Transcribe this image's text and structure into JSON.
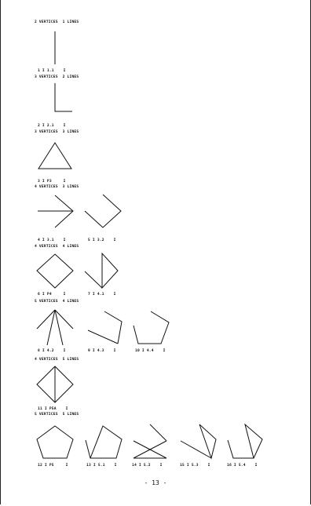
{
  "sections": [
    {
      "header": "2 VERTICES  1 LINES",
      "figures": [
        {
          "caption": "1 I 1.1    I"
        }
      ]
    },
    {
      "header": "3 VERTICES  2 LINES",
      "figures": [
        {
          "caption": "2 I 2.1    I"
        }
      ]
    },
    {
      "header": "3 VERTICES  3 LINES",
      "figures": [
        {
          "caption": "3 I P3     I"
        }
      ]
    },
    {
      "header": "4 VERTICES  3 LINES",
      "figures": [
        {
          "caption": "4 I 3.1    I"
        },
        {
          "caption": "5 I 3.2    I"
        }
      ]
    },
    {
      "header": "4 VERTICES  4 LINES",
      "figures": [
        {
          "caption": "6 I P4     I"
        },
        {
          "caption": "7 I 4.1    I"
        }
      ]
    },
    {
      "header": "5 VERTICES  4 LINES",
      "figures": [
        {
          "caption": "8 I 4.2    I"
        },
        {
          "caption": "9 I 4.3    I"
        },
        {
          "caption": "10 I 4.4    I"
        }
      ]
    },
    {
      "header": "4 VERTICES  5 LINES",
      "figures": [
        {
          "caption": "11 I P5A    I"
        }
      ]
    },
    {
      "header": "5 VERTICES  5 LINES",
      "figures": [
        {
          "caption": "12 I P5     I"
        },
        {
          "caption": "13 I 5.1    I"
        },
        {
          "caption": "14 I 5.2    I"
        },
        {
          "caption": "15 I 5.3    I"
        },
        {
          "caption": "16 I 5.4    I"
        }
      ]
    }
  ],
  "page_number": "- 13 -"
}
